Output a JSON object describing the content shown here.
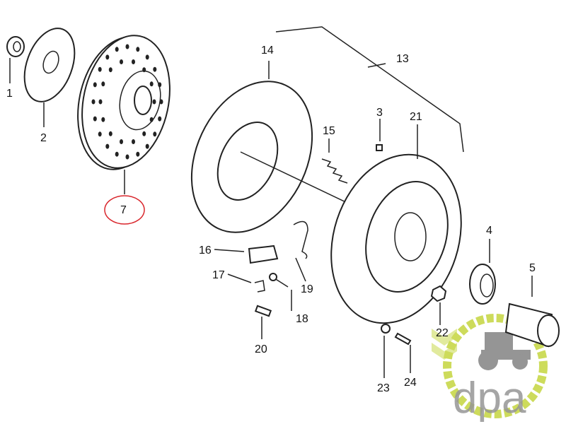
{
  "diagram": {
    "labels": {
      "p1": "1",
      "p2": "2",
      "p3": "3",
      "p4": "4",
      "p5": "5",
      "p7": "7",
      "p13": "13",
      "p14": "14",
      "p15": "15",
      "p16": "16",
      "p17": "17",
      "p18": "18",
      "p19": "19",
      "p20": "20",
      "p21": "21",
      "p22": "22",
      "p23": "23",
      "p24": "24"
    },
    "highlight_color": "#d9262c"
  },
  "watermark": {
    "text": "dpa",
    "text_color": "#8a8a8a",
    "accent_color": "#c8d84a"
  }
}
